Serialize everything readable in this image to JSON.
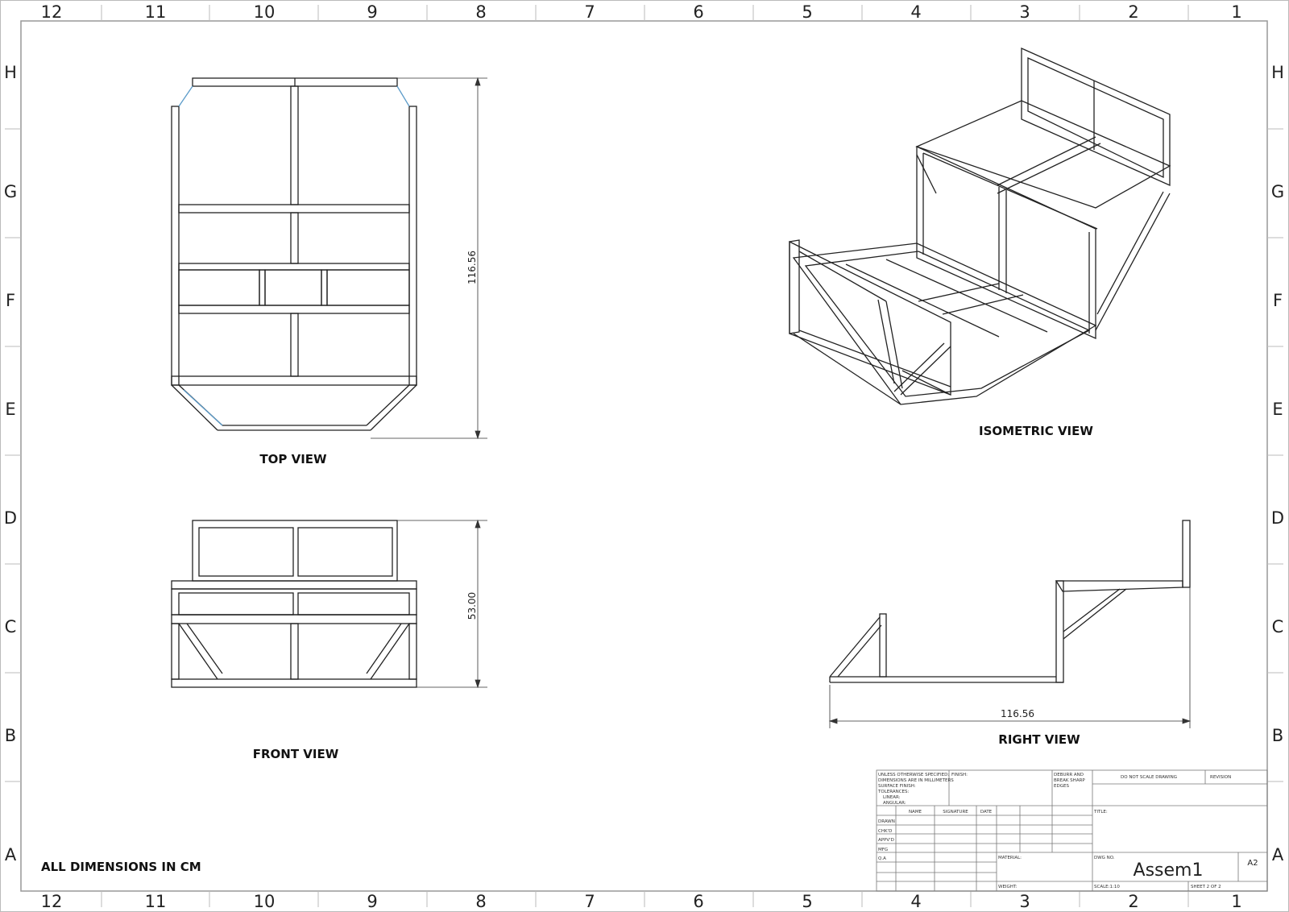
{
  "zones": {
    "columns": [
      "12",
      "11",
      "10",
      "9",
      "8",
      "7",
      "6",
      "5",
      "4",
      "3",
      "2",
      "1"
    ],
    "rows": [
      "H",
      "G",
      "F",
      "E",
      "D",
      "C",
      "B",
      "A"
    ]
  },
  "views": {
    "top": "TOP VIEW",
    "front": "FRONT VIEW",
    "isometric": "ISOMETRIC VIEW",
    "right": "RIGHT VIEW"
  },
  "dimensions": {
    "top_length": "116.56",
    "front_height": "53.00",
    "right_length": "116.56"
  },
  "note": "ALL DIMENSIONS IN CM",
  "title_block": {
    "general_notes": [
      "UNLESS OTHERWISE SPECIFIED:",
      "DIMENSIONS ARE IN MILLIMETERS",
      "SURFACE FINISH:",
      "TOLERANCES:",
      "LINEAR:",
      "ANGULAR:"
    ],
    "finish": "FINISH:",
    "deburr": [
      "DEBURR AND",
      "BREAK SHARP",
      "EDGES"
    ],
    "do_not_scale": "DO NOT SCALE DRAWING",
    "revision": "REVISION",
    "title_label": "TITLE:",
    "headers": [
      "NAME",
      "SIGNATURE",
      "DATE"
    ],
    "roles": [
      "DRAWN",
      "CHK'D",
      "APPV'D",
      "MFG",
      "Q.A"
    ],
    "material": "MATERIAL:",
    "weight": "WEIGHT:",
    "dwg_no_label": "DWG NO.",
    "dwg_no": "Assem1",
    "size": "A2",
    "scale": "SCALE:1:10",
    "sheet": "SHEET 2 OF 2"
  }
}
